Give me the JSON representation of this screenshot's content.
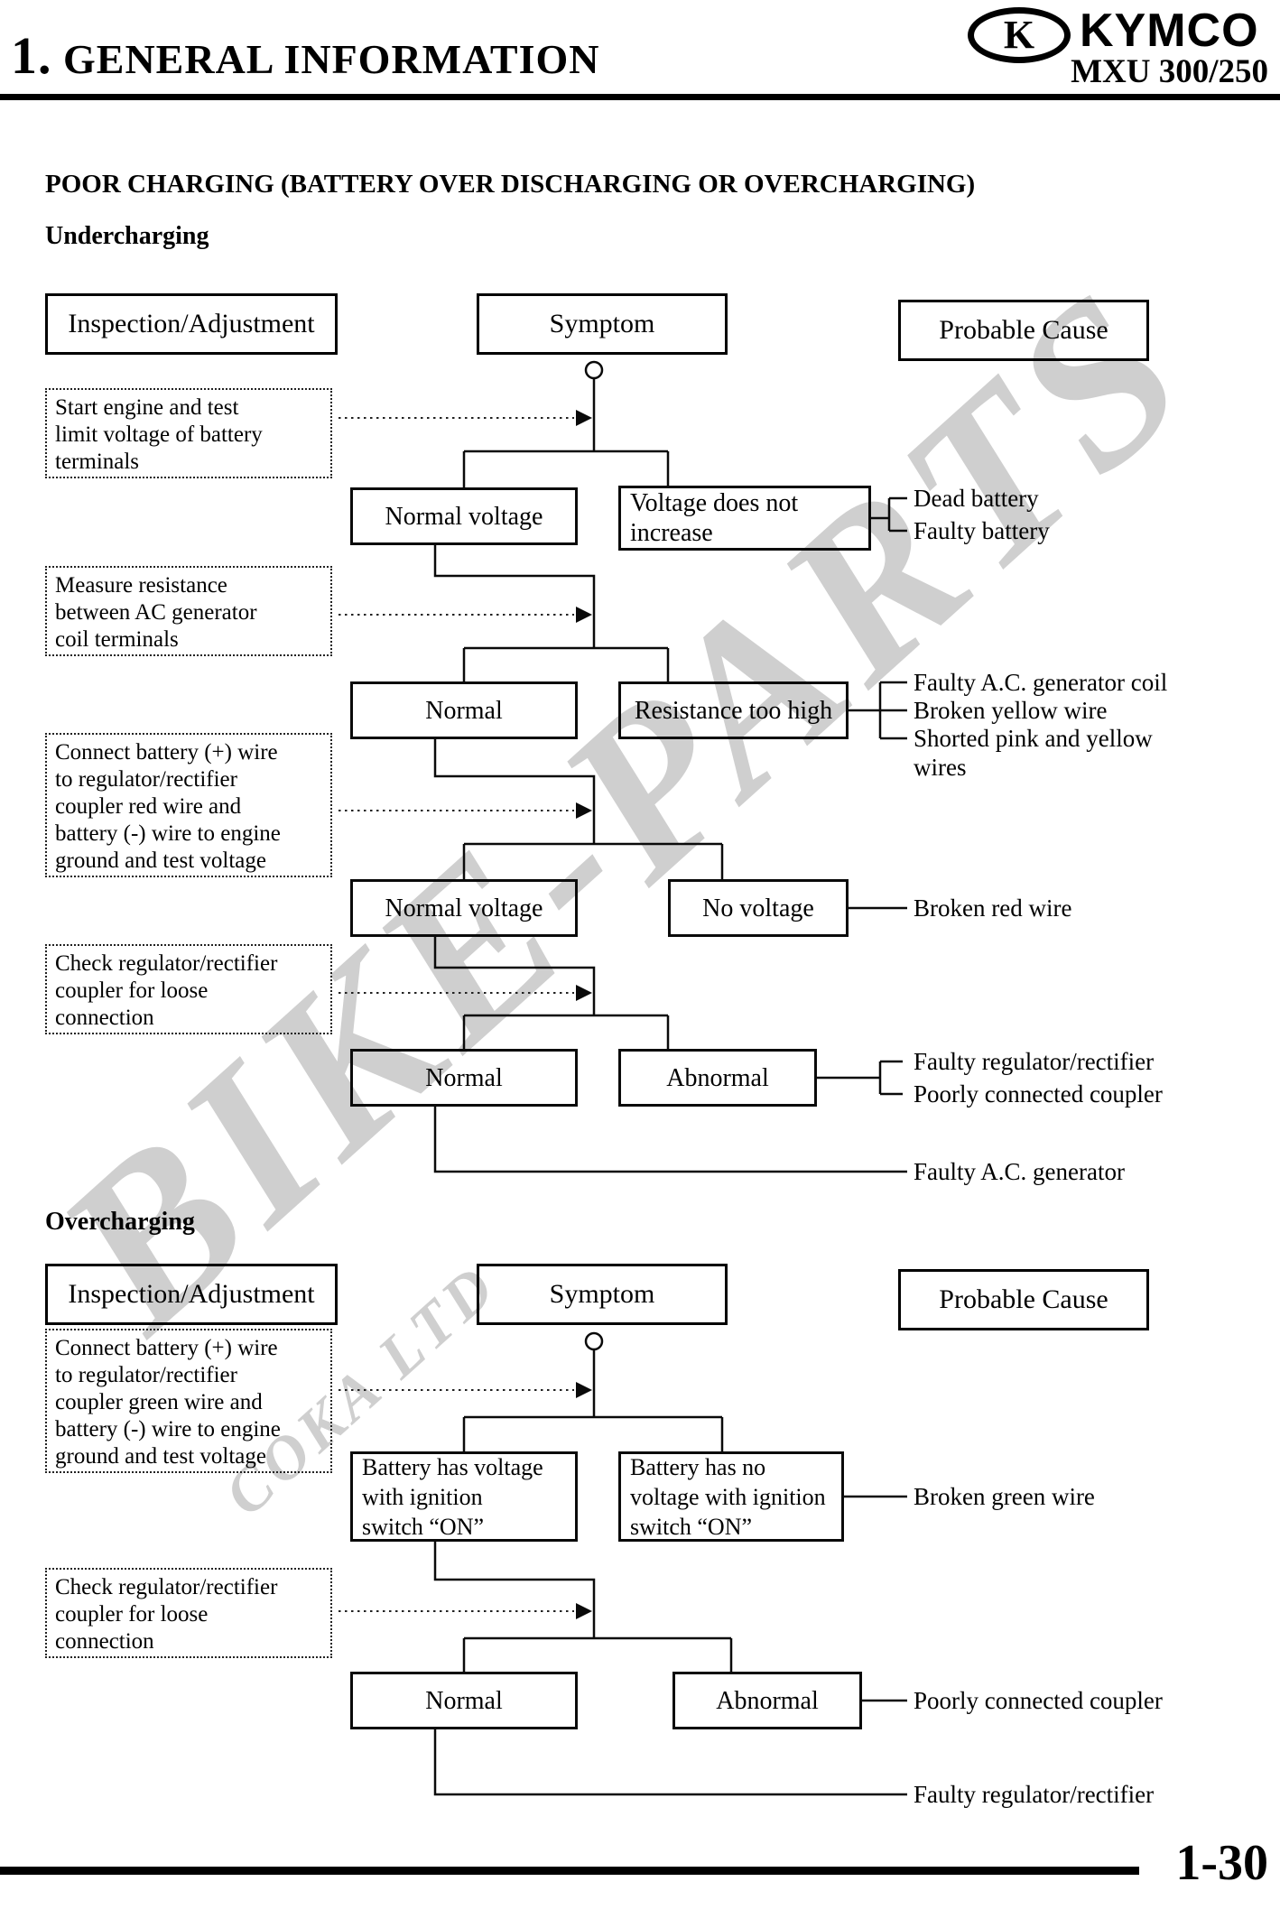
{
  "header": {
    "chapter_number": "1.",
    "chapter_name": "GENERAL INFORMATION",
    "brand": "KYMCO",
    "brand_initial": "K",
    "model": "MXU 300/250"
  },
  "page": {
    "title": "POOR CHARGING (BATTERY OVER DISCHARGING OR OVERCHARGING)",
    "page_number": "1-30",
    "watermark_line1": "BIKE-PARTS",
    "watermark_line2": "COKA LTD"
  },
  "columns": {
    "inspection": "Inspection/Adjustment",
    "symptom": "Symptom",
    "cause": "Probable Cause"
  },
  "undercharging": {
    "heading": "Undercharging",
    "inspections": [
      "Start engine and test\nlimit voltage of battery\nterminals",
      "Measure resistance\nbetween AC generator\ncoil terminals",
      "Connect battery (+) wire\nto regulator/rectifier\ncoupler red wire and\nbattery (-) wire to engine\nground and test voltage",
      "Check regulator/rectifier\ncoupler for loose\nconnection"
    ],
    "rows": [
      {
        "left": "Normal voltage",
        "right": "Voltage does not\nincrease",
        "causes": [
          "Dead battery",
          "Faulty battery"
        ]
      },
      {
        "left": "Normal",
        "right": "Resistance too high",
        "causes": [
          "Faulty A.C. generator coil",
          "Broken yellow wire",
          "Shorted pink and yellow\nwires"
        ]
      },
      {
        "left": "Normal voltage",
        "right": "No voltage",
        "causes": [
          "Broken red wire"
        ]
      },
      {
        "left": "Normal",
        "right": "Abnormal",
        "causes": [
          "Faulty regulator/rectifier",
          "Poorly connected coupler"
        ]
      }
    ],
    "final_cause": "Faulty A.C. generator"
  },
  "overcharging": {
    "heading": "Overcharging",
    "inspections": [
      "Connect battery (+) wire\nto regulator/rectifier\ncoupler green wire and\nbattery (-) wire to engine\nground and test voltage",
      "Check regulator/rectifier\ncoupler for loose\nconnection"
    ],
    "rows": [
      {
        "left": "Battery has voltage\nwith ignition\nswitch “ON”",
        "right": "Battery has no\nvoltage with ignition\nswitch “ON”",
        "causes": [
          "Broken green wire"
        ]
      },
      {
        "left": "Normal",
        "right": "Abnormal",
        "causes": [
          "Poorly connected coupler"
        ]
      }
    ],
    "final_cause": "Faulty regulator/rectifier"
  }
}
